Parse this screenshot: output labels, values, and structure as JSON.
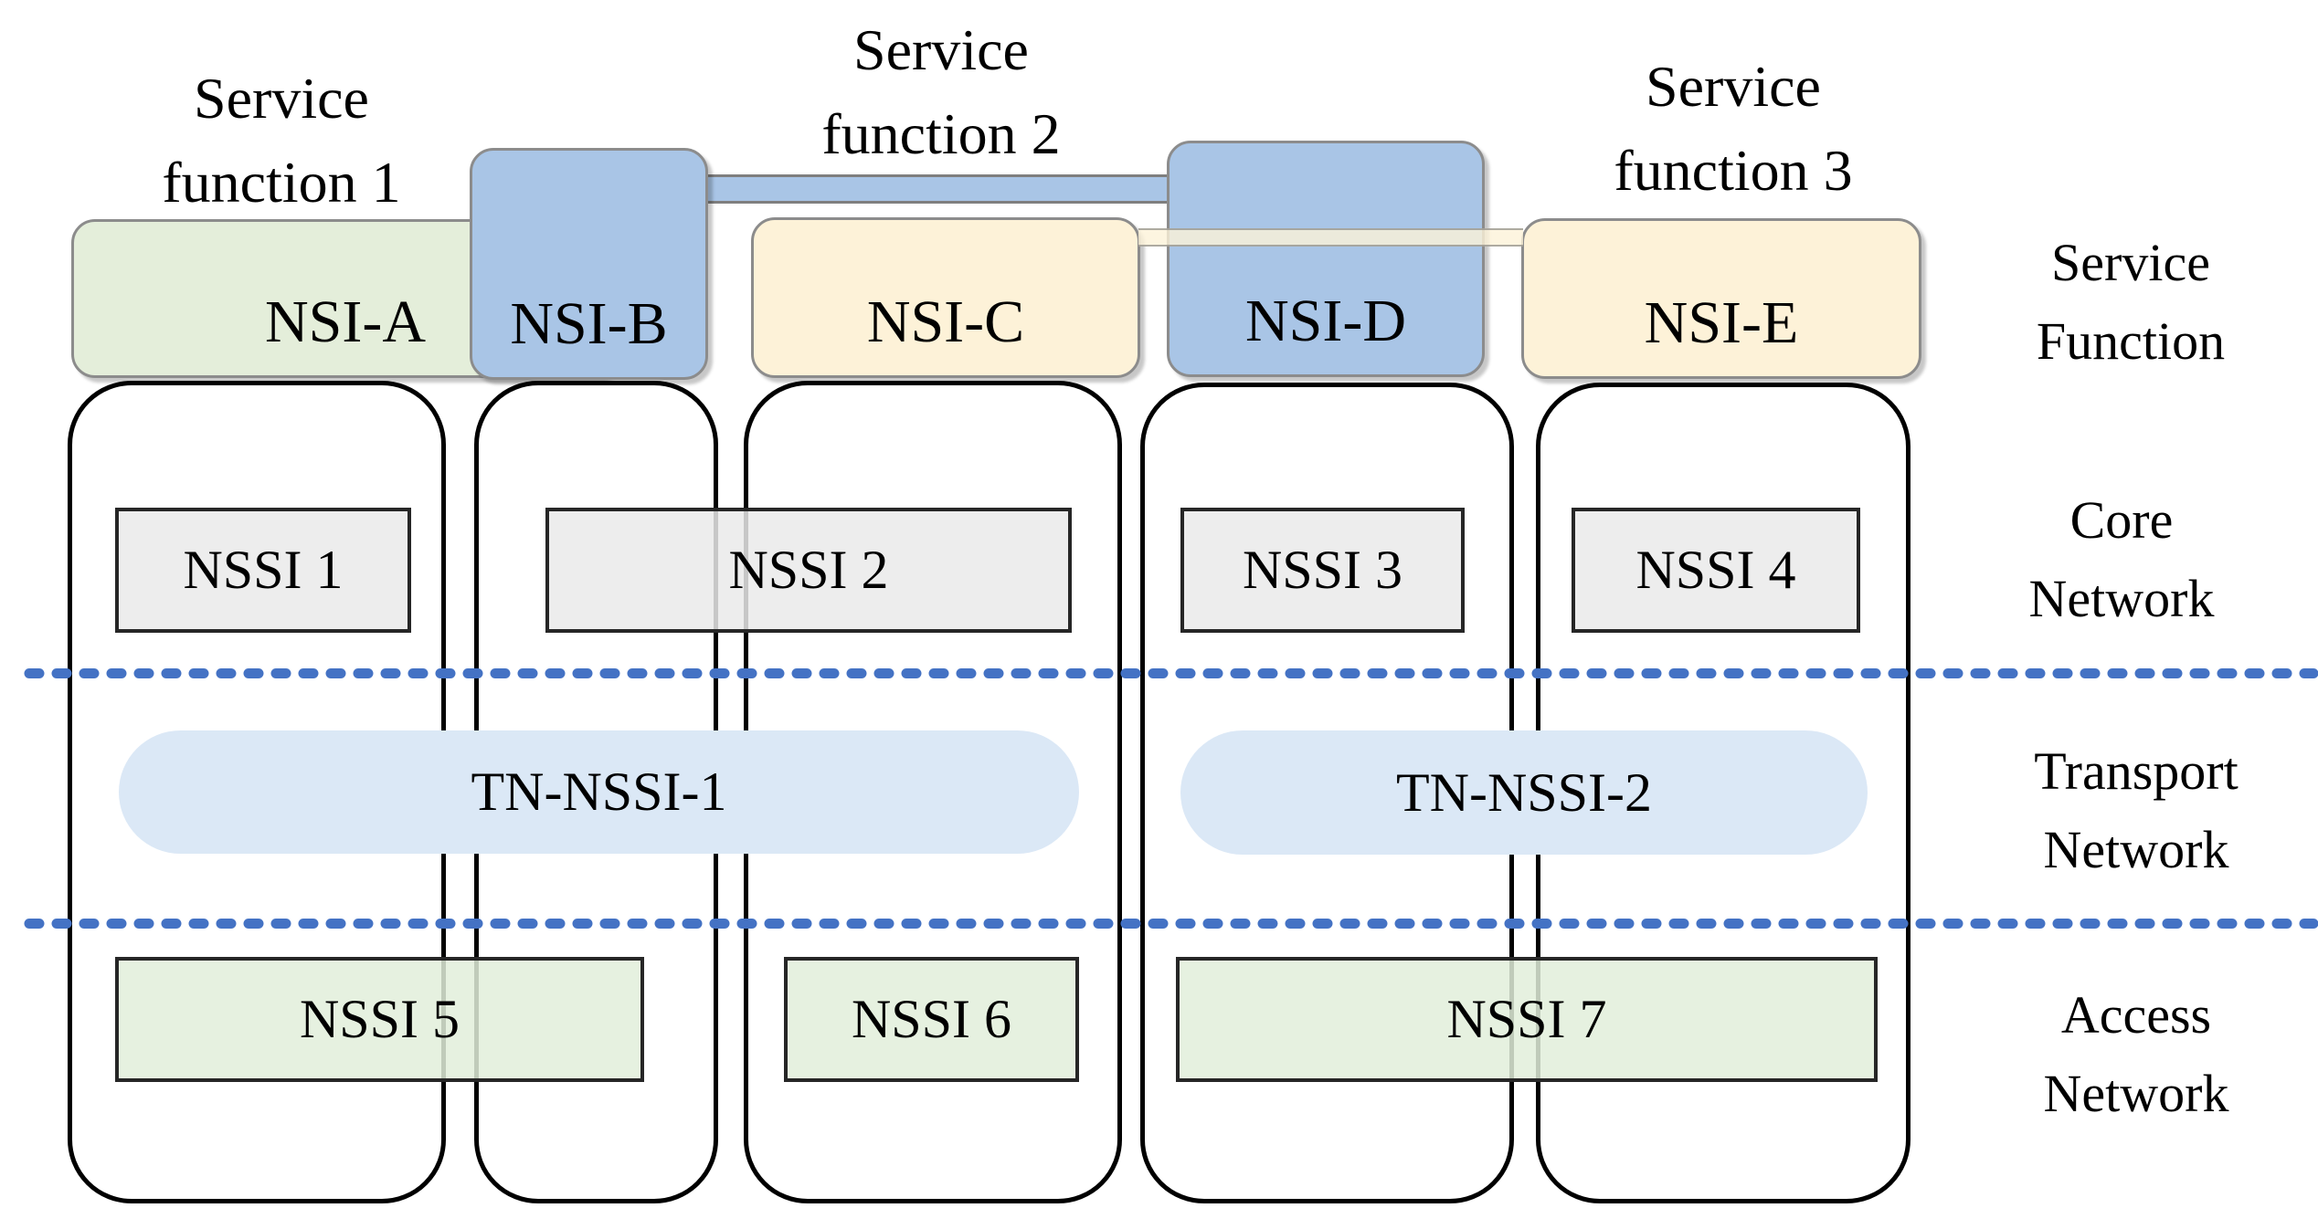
{
  "service_function_labels": [
    {
      "text": "Service\nfunction 1"
    },
    {
      "text": "Service\nfunction 2"
    },
    {
      "text": "Service\nfunction 3"
    }
  ],
  "nsi_instances": [
    {
      "label": "NSI-A",
      "color_variant": "green"
    },
    {
      "label": "NSI-B",
      "color_variant": "blue"
    },
    {
      "label": "NSI-C",
      "color_variant": "cream"
    },
    {
      "label": "NSI-D",
      "color_variant": "blue"
    },
    {
      "label": "NSI-E",
      "color_variant": "cream"
    }
  ],
  "core_network_nssi": [
    {
      "label": "NSSI 1"
    },
    {
      "label": "NSSI 2"
    },
    {
      "label": "NSSI 3"
    },
    {
      "label": "NSSI 4"
    }
  ],
  "transport_network_nssi": [
    {
      "label": "TN-NSSI-1"
    },
    {
      "label": "TN-NSSI-2"
    }
  ],
  "access_network_nssi": [
    {
      "label": "NSSI 5"
    },
    {
      "label": "NSSI 6"
    },
    {
      "label": "NSSI 7"
    }
  ],
  "layer_labels": [
    {
      "text": "Service\nFunction"
    },
    {
      "text": "Core\nNetwork"
    },
    {
      "text": "Transport\nNetwork"
    },
    {
      "text": "Access\nNetwork"
    }
  ],
  "colors": {
    "nsi_green": "#e4eeda",
    "nsi_blue": "#a9c5e6",
    "nsi_cream": "#fdf2d8",
    "nssi_gray": "#eaeaea",
    "nssi_green": "#e2efda",
    "tn_blue": "#dbe8f6",
    "divider_blue": "#4472c4",
    "border_gray": "#8c8c8c"
  }
}
